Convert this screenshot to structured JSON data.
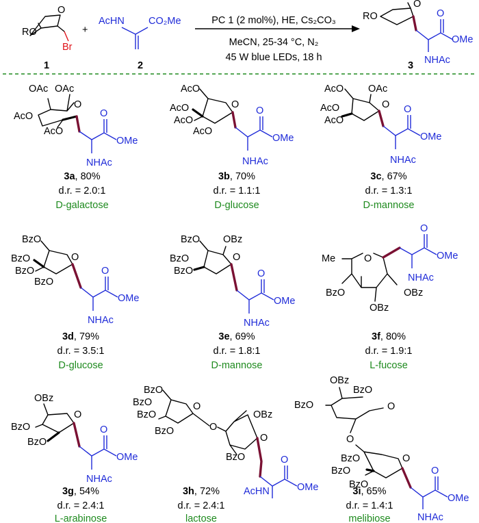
{
  "scheme": {
    "reactant1": {
      "label": "1",
      "ro": "RO",
      "br": "Br"
    },
    "reactant2": {
      "label": "2",
      "nh": "AcHN",
      "ester": "CO₂Me"
    },
    "plus": "+",
    "conditions": [
      "PC 1 (2 mol%), HE, Cs₂CO₃",
      "MeCN, 25-34 °C, N₂",
      "45 W blue LEDs, 18 h"
    ],
    "product": {
      "label": "3",
      "ro": "RO",
      "ome": "OMe",
      "nhac": "NHAc",
      "o": "O"
    }
  },
  "entries": [
    {
      "id": "3a",
      "yield": ", 80%",
      "dr": "d.r. = 2.0:1",
      "sugar": "D-galactose"
    },
    {
      "id": "3b",
      "yield": ", 70%",
      "dr": "d.r. = 1.1:1",
      "sugar": "D-glucose"
    },
    {
      "id": "3c",
      "yield": ", 67%",
      "dr": "d.r. = 1.3:1",
      "sugar": "D-mannose"
    },
    {
      "id": "3d",
      "yield": ", 79%",
      "dr": "d.r. = 3.5:1",
      "sugar": "D-glucose"
    },
    {
      "id": "3e",
      "yield": ", 69%",
      "dr": "d.r. = 1.8:1",
      "sugar": "D-mannose"
    },
    {
      "id": "3f",
      "yield": ", 80%",
      "dr": "d.r. = 1.9:1",
      "sugar": "L-fucose"
    },
    {
      "id": "3g",
      "yield": ", 54%",
      "dr": "d.r. = 2.4:1",
      "sugar": "L-arabinose"
    },
    {
      "id": "3h",
      "yield": ", 72%",
      "dr": "d.r. = 2.4:1",
      "sugar": "lactose"
    },
    {
      "id": "3i",
      "yield": ", 65%",
      "dr": "d.r. = 1.4:1",
      "sugar": "melibiose"
    }
  ],
  "structure_labels": {
    "3a": [
      "OAc",
      "OAc",
      "AcO",
      "AcO",
      "O",
      "O",
      "OMe",
      "NHAc"
    ],
    "3b": [
      "AcO",
      "AcO",
      "AcO",
      "AcO",
      "O",
      "O",
      "OMe",
      "NHAc"
    ],
    "3c": [
      "AcO",
      "OAc",
      "AcO",
      "AcO",
      "O",
      "O",
      "OMe",
      "NHAc"
    ],
    "3d": [
      "BzO",
      "BzO",
      "BzO",
      "BzO",
      "O",
      "O",
      "OMe",
      "NHAc"
    ],
    "3e": [
      "BzO",
      "OBz",
      "BzO",
      "BzO",
      "O",
      "O",
      "OMe",
      "NHAc"
    ],
    "3f": [
      "Me",
      "O",
      "BzO",
      "OBz",
      "OBz",
      "O",
      "OMe",
      "NHAc"
    ],
    "3g": [
      "OBz",
      "BzO",
      "BzO",
      "O",
      "O",
      "OMe",
      "NHAc"
    ],
    "3h": [
      "BzO",
      "BzO",
      "BzO",
      "BzO",
      "O",
      "O",
      "OBz",
      "BzO",
      "O",
      "O",
      "OMe",
      "AcHN"
    ],
    "3i": [
      "OBz",
      "BzO",
      "BzO",
      "O",
      "O",
      "BzO",
      "BzO",
      "BzO",
      "O",
      "O",
      "OMe",
      "NHAc"
    ]
  },
  "colors": {
    "blue": "#1f2bd8",
    "red": "#e0141b",
    "green": "#1e8a1e",
    "newbond": "#7a1133"
  }
}
